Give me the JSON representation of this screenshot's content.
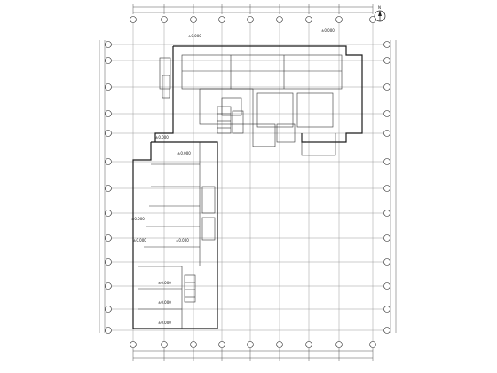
{
  "drawing": {
    "title": "",
    "elevation_marks": [
      "±0.000",
      "±0.000",
      "±0.000",
      "±0.000",
      "±0.000",
      "±0.000",
      "±0.000",
      "±0.000",
      "±0.000",
      "±0.000"
    ],
    "north_label": "N",
    "colors": {
      "line": "#1a1a1a",
      "grid": "#9a9a9a",
      "background": "#ffffff"
    }
  }
}
